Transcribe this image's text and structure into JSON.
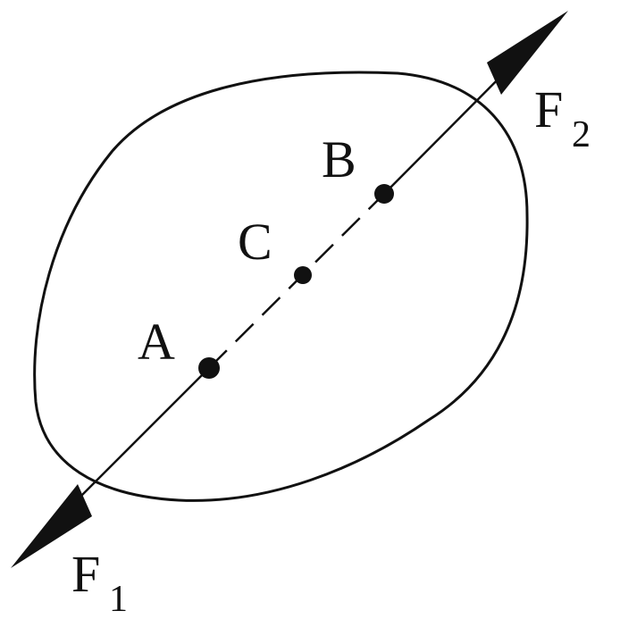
{
  "diagram": {
    "points": {
      "a": "A",
      "b": "B",
      "c": "C"
    },
    "forces": {
      "f1": {
        "symbol": "F",
        "subscript": "1"
      },
      "f2": {
        "symbol": "F",
        "subscript": "2"
      }
    },
    "colors": {
      "ink": "#111111",
      "background": "#ffffff"
    }
  }
}
